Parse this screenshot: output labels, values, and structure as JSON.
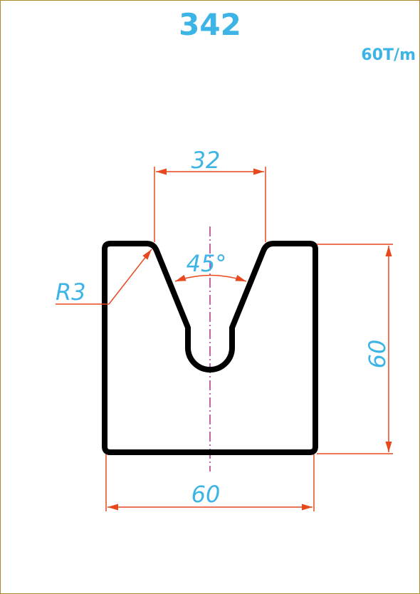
{
  "title": "342",
  "capacity": "60T/m",
  "dimensions": {
    "opening_width": "32",
    "angle": "45°",
    "radius": "R3",
    "height": "60",
    "base_width": "60"
  },
  "colors": {
    "profile": "#000000",
    "dimension_lines": "#e8481e",
    "dimension_text": "#3cb4e6",
    "centerline": "#b0308a",
    "frame": "#b08a2a"
  }
}
